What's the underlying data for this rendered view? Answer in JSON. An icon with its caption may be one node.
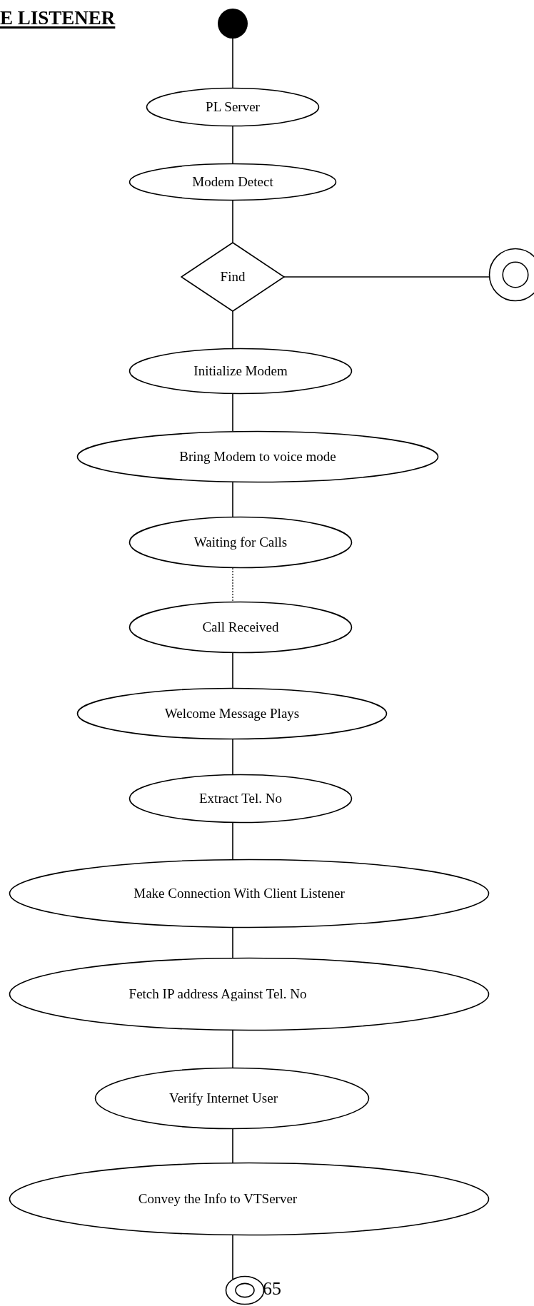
{
  "diagram": {
    "title": "E LISTENER",
    "nodes": [
      {
        "text": [],
        "shape": "circle"
      },
      {
        "text": [
          "PL Server"
        ]
      },
      {
        "text": [
          "Modem Detect"
        ]
      },
      {
        "text": [
          "Find"
        ]
      },
      {
        "text": [],
        "shape": "circle"
      },
      {
        "text": [
          "Initialize Modem"
        ]
      },
      {
        "text": [
          "Bring Modem to voice mode"
        ]
      },
      {
        "text": [
          "Waiting for Calls"
        ]
      },
      {
        "text": [
          "Call Received"
        ]
      },
      {
        "text": [
          "Welcome Message Plays"
        ]
      },
      {
        "text": [
          "Extract Tel. No"
        ]
      },
      {
        "text": [
          "Make Connection With Client Listener"
        ]
      },
      {
        "text": [
          "Fetch IP address Against Tel. No"
        ]
      },
      {
        "text": [
          "Verify Internet User"
        ]
      },
      {
        "text": [
          "Convey the Info to VTServer"
        ]
      },
      {
        "text": [],
        "shape": "circle"
      }
    ],
    "edges": [
      {
        "from": 0,
        "to": 1,
        "arrow": "none"
      },
      {
        "from": 1,
        "to": 2,
        "arrow": "none"
      },
      {
        "from": 2,
        "to": 3,
        "arrow": "none"
      },
      {
        "from": 3,
        "to": 4,
        "arrow": "none"
      },
      {
        "from": 3,
        "to": 5,
        "arrow": "none"
      },
      {
        "from": 5,
        "to": 6,
        "arrow": "none"
      },
      {
        "from": 6,
        "to": 7,
        "arrow": "none"
      },
      {
        "from": 7,
        "to": 8,
        "arrow": "none",
        "style": "dashed"
      },
      {
        "from": 8,
        "to": 9,
        "arrow": "none"
      },
      {
        "from": 9,
        "to": 10,
        "arrow": "none"
      },
      {
        "from": 10,
        "to": 11,
        "arrow": "none"
      },
      {
        "from": 11,
        "to": 12,
        "arrow": "none"
      },
      {
        "from": 12,
        "to": 13,
        "arrow": "none"
      },
      {
        "from": 13,
        "to": 14,
        "arrow": "none"
      },
      {
        "from": 14,
        "to": 15,
        "arrow": "none"
      }
    ],
    "labels": [
      "65"
    ]
  }
}
